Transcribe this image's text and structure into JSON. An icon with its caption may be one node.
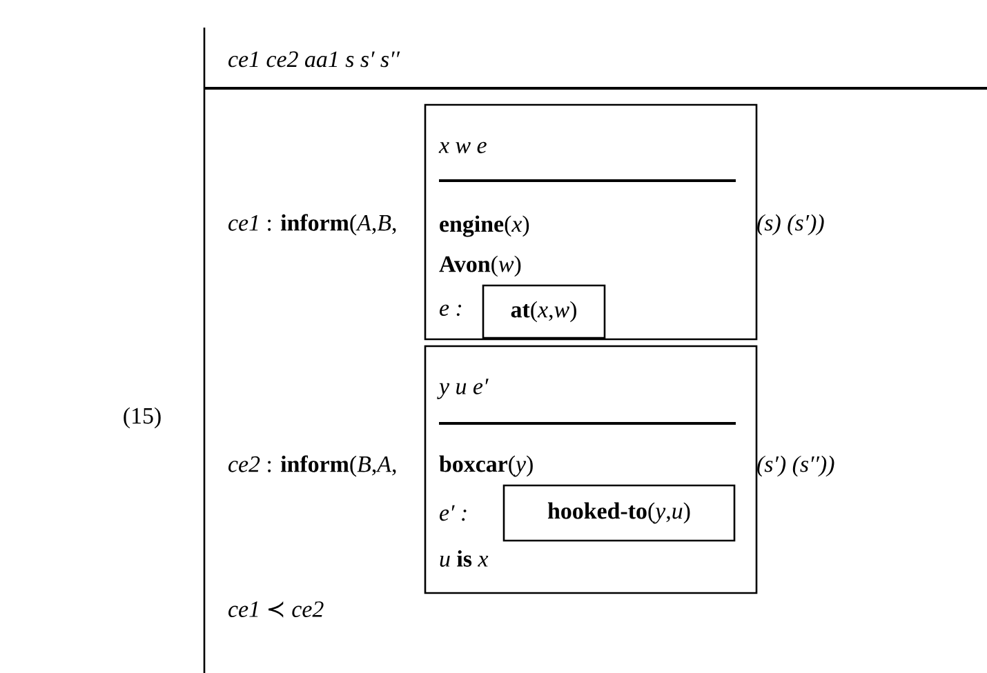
{
  "diagram": {
    "nodes": [
      {
        "text": [
          "ce1 ce2 aa1 s s′ s′′",
          "*ce1* :  **inform**(*A*,*B*,",
          "*(s) (s′))*",
          "*ce2* :  **inform**(*B*,*A*,",
          "*(s′) (s′′))*",
          "*ce1* ≺ *ce2*"
        ]
      },
      {
        "text": [
          "x w e",
          "**engine**(*x*)",
          "**Avon**(*w*)",
          "e :"
        ],
        "in": 0
      },
      {
        "text": [
          "**at**(*x*,*w*)"
        ],
        "in": 1
      },
      {
        "text": [
          "y u e′",
          "**boxcar**(*y*)",
          "e′ :",
          "*u* **is** *x*"
        ],
        "in": 0
      },
      {
        "text": [
          "**hooked-to**(*y*,*u*)"
        ],
        "in": 3
      }
    ],
    "labels": [
      "(15)"
    ]
  }
}
